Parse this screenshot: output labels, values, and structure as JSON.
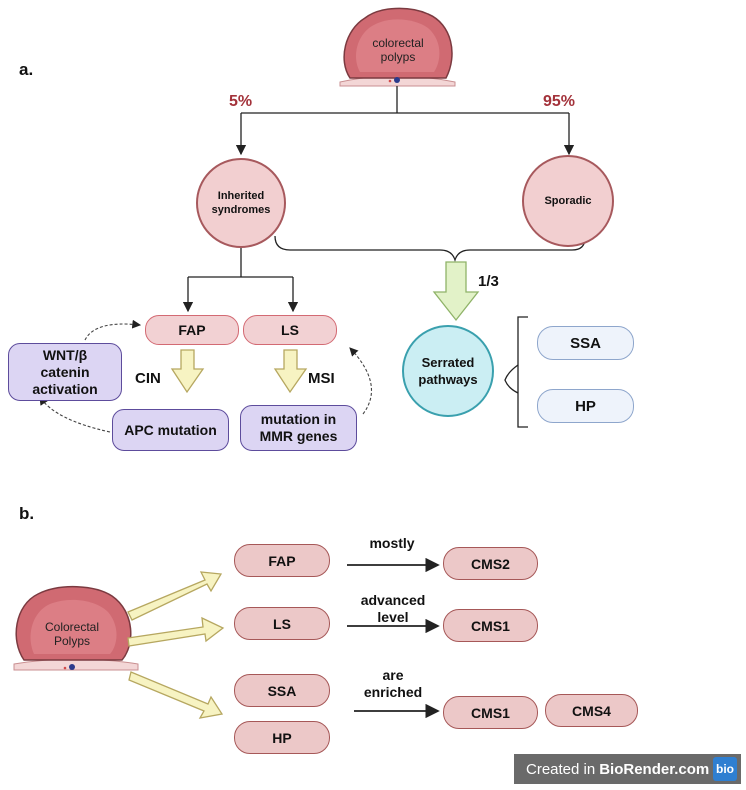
{
  "section_a": {
    "label": "a.",
    "top_node": "colorectal\npolyps",
    "pct_inherited": "5%",
    "pct_sporadic": "95%",
    "inherited": "Inherited\nsyndromes",
    "sporadic": "Sporadic",
    "fraction": "1/3",
    "fap": "FAP",
    "ls": "LS",
    "wnt": "WNT/β\ncatenin\nactivation",
    "cin": "CIN",
    "msi": "MSI",
    "apc": "APC mutation",
    "mmr": "mutation in\nMMR genes",
    "serrated": "Serrated\npathways",
    "ssa": "SSA",
    "hp": "HP"
  },
  "section_b": {
    "label": "b.",
    "polyp_node": "Colorectal\nPolyps",
    "fap": "FAP",
    "ls": "LS",
    "ssa": "SSA",
    "hp": "HP",
    "mostly": "mostly",
    "advanced": "advanced\nlevel",
    "enriched": "are\nenriched",
    "cms2": "CMS2",
    "cms1_a": "CMS1",
    "cms1_b": "CMS1",
    "cms4": "CMS4"
  },
  "footer": {
    "created_in": "Created in",
    "brand": "BioRender.com",
    "logo_text": "bio"
  },
  "colors": {
    "polyp": "#c9646b",
    "accent_red": "#a3323a",
    "yellow_arrow": "#f7f3c2",
    "green_arrow": "#e2f2c8"
  }
}
